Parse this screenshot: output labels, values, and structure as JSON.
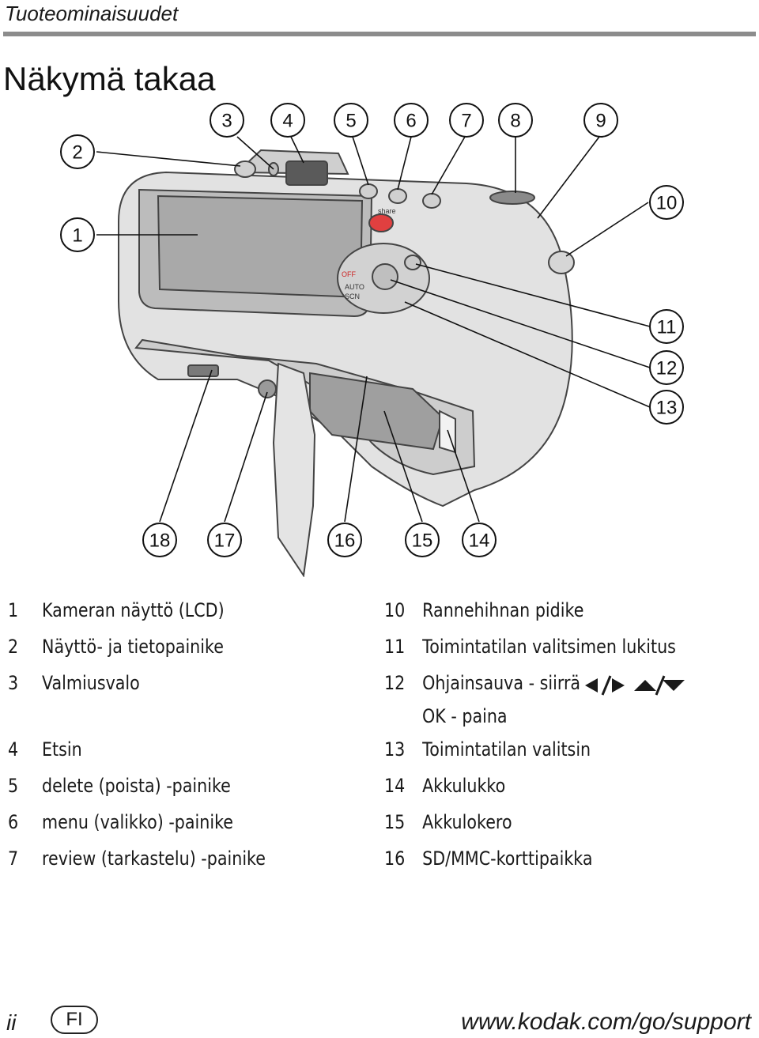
{
  "header": {
    "section": "Tuoteominaisuudet",
    "title": "Näkymä takaa"
  },
  "callouts": [
    "1",
    "2",
    "3",
    "4",
    "5",
    "6",
    "7",
    "8",
    "9",
    "10",
    "11",
    "12",
    "13",
    "14",
    "15",
    "16",
    "17",
    "18"
  ],
  "camera_labels": {
    "share": "share",
    "off": "OFF",
    "auto": "AUTO",
    "scn": "SCN"
  },
  "legend_left": [
    {
      "num": "1",
      "text": "Kameran näyttö (LCD)"
    },
    {
      "num": "2",
      "text": "Näyttö- ja tietopainike"
    },
    {
      "num": "3",
      "text": "Valmiusvalo"
    },
    {
      "num": "4",
      "text": "Etsin"
    },
    {
      "num": "5",
      "text": "delete (poista) -painike"
    },
    {
      "num": "6",
      "text": "menu (valikko) -painike"
    },
    {
      "num": "7",
      "text": "review (tarkastelu) -painike"
    }
  ],
  "legend_right": [
    {
      "num": "10",
      "text": "Rannehihnan pidike"
    },
    {
      "num": "11",
      "text": "Toimintatilan valitsimen lukitus"
    },
    {
      "num": "12",
      "text": "Ohjainsauva - siirrä",
      "sub": "OK - paina"
    },
    {
      "num": "13",
      "text": "Toimintatilan valitsin"
    },
    {
      "num": "14",
      "text": "Akkulukko"
    },
    {
      "num": "15",
      "text": "Akkulokero"
    },
    {
      "num": "16",
      "text": "SD/MMC-korttipaikka"
    }
  ],
  "footer": {
    "page": "ii",
    "lang": "FI",
    "url": "www.kodak.com/go/support"
  }
}
